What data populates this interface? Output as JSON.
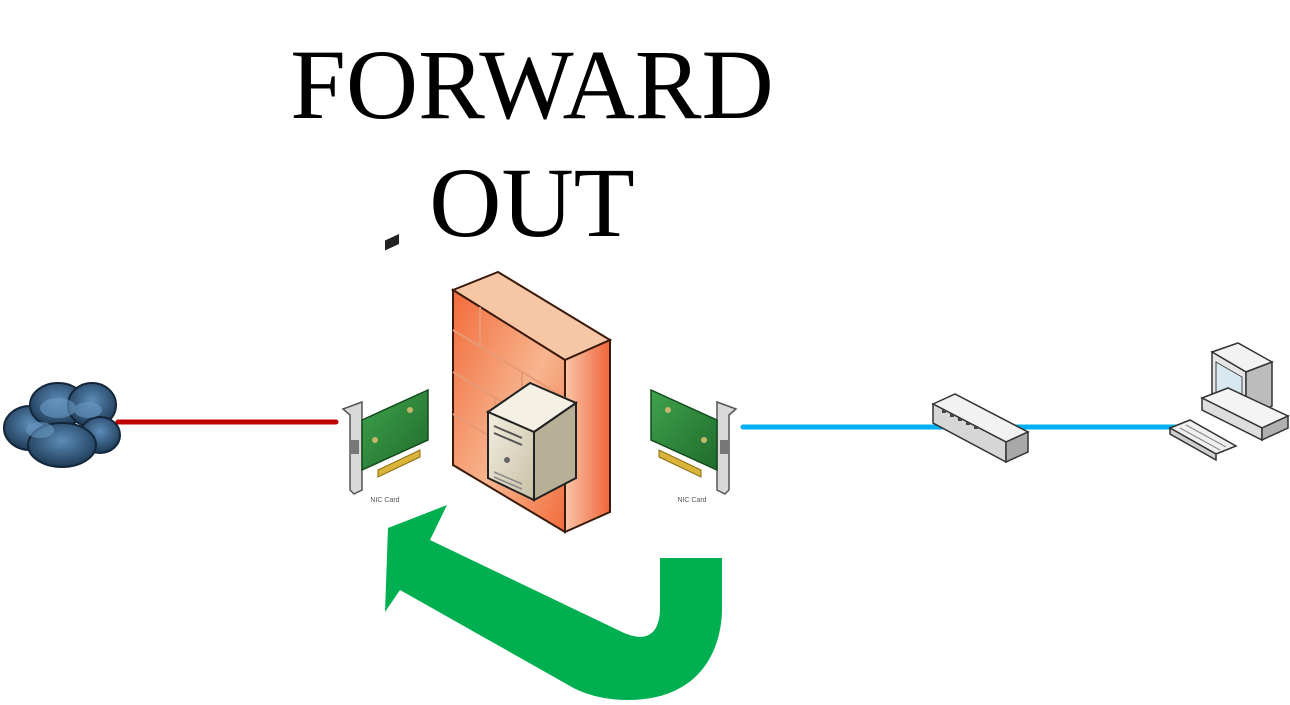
{
  "title": {
    "line1": "FORWARD",
    "line2": "OUT"
  },
  "nodes": {
    "internet": {
      "icon": "cloud-icon"
    },
    "nic_left": {
      "icon": "nic-card-icon",
      "label": "NIC Card"
    },
    "firewall": {
      "icon": "firewall-server-icon"
    },
    "nic_right": {
      "icon": "nic-card-icon",
      "label": "NIC Card"
    },
    "switch": {
      "icon": "switch-icon"
    },
    "workstation": {
      "icon": "computer-icon"
    }
  },
  "links": [
    {
      "from": "internet",
      "to": "nic_left",
      "color": "#c00000"
    },
    {
      "from": "nic_right",
      "to": "workstation",
      "color": "#00b0f0"
    }
  ],
  "flow_arrow": {
    "icon": "curved-arrow-icon",
    "color": "#00b050",
    "direction": "left"
  }
}
